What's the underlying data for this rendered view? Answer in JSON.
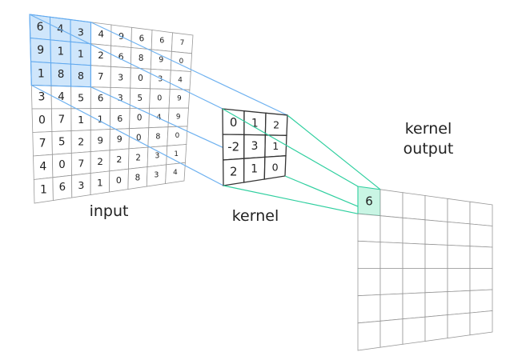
{
  "labels": {
    "input": "input",
    "kernel": "kernel",
    "output_line1": "kernel",
    "output_line2": "output"
  },
  "input": {
    "rows": 8,
    "cols": 8,
    "values": [
      [
        6,
        4,
        3,
        4,
        9,
        6,
        6,
        7
      ],
      [
        9,
        1,
        1,
        2,
        6,
        8,
        9,
        0
      ],
      [
        1,
        8,
        8,
        7,
        3,
        0,
        3,
        4
      ],
      [
        3,
        4,
        5,
        6,
        3,
        5,
        0,
        9
      ],
      [
        0,
        7,
        1,
        1,
        6,
        0,
        4,
        9
      ],
      [
        7,
        5,
        2,
        9,
        9,
        0,
        8,
        0
      ],
      [
        4,
        0,
        7,
        2,
        2,
        2,
        3,
        1
      ],
      [
        1,
        6,
        3,
        1,
        0,
        8,
        3,
        4
      ]
    ],
    "highlight": {
      "row": 0,
      "col": 0,
      "size": 3
    }
  },
  "kernel": {
    "values": [
      [
        0,
        1,
        2
      ],
      [
        -2,
        3,
        1
      ],
      [
        2,
        1,
        0
      ]
    ]
  },
  "output": {
    "rows": 6,
    "cols": 6,
    "values": [
      [
        "6",
        "",
        "",
        "",
        "",
        ""
      ],
      [
        "",
        "",
        "",
        "",
        "",
        ""
      ],
      [
        "",
        "",
        "",
        "",
        "",
        ""
      ],
      [
        "",
        "",
        "",
        "",
        "",
        ""
      ],
      [
        "",
        "",
        "",
        "",
        "",
        ""
      ],
      [
        "",
        "",
        "",
        "",
        "",
        ""
      ]
    ],
    "highlight": {
      "row": 0,
      "col": 0
    }
  },
  "colors": {
    "input_highlight_fill": "#cfe6fb",
    "input_highlight_stroke": "#5fa8ee",
    "projection_blue": "#6fb2f0",
    "projection_green": "#2fcf9f",
    "output_highlight_fill": "#c9f5e4",
    "grid_stroke": "#999999",
    "kernel_stroke": "#333333"
  }
}
